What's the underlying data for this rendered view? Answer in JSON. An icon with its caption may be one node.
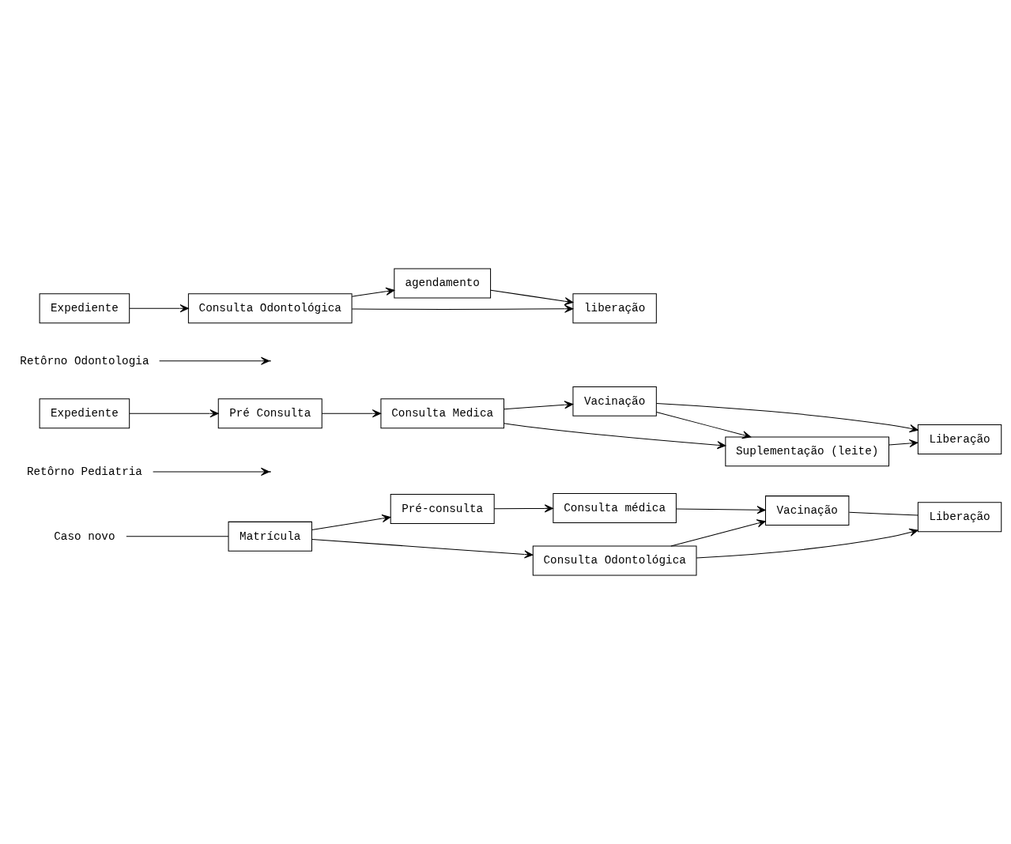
{
  "diagram": {
    "nodes": [
      {
        "text": [
          "Caso novo"
        ]
      },
      {
        "text": [
          "Matrícula"
        ]
      },
      {
        "text": [
          "Pré-consulta"
        ]
      },
      {
        "text": [
          "Consulta médica"
        ]
      },
      {
        "text": [
          "Consulta Odontológica"
        ]
      },
      {
        "text": [
          "Vacinação"
        ]
      },
      {
        "text": [
          "Liberação"
        ]
      },
      {
        "text": [
          "Retôrno Pediatria"
        ]
      },
      {
        "text": [
          "Expediente"
        ]
      },
      {
        "text": [
          "Pré Consulta"
        ]
      },
      {
        "text": [
          "Consulta Medica"
        ]
      },
      {
        "text": [
          "Vacinação"
        ]
      },
      {
        "text": [
          "Liberação"
        ]
      },
      {
        "text": [
          "Suplementação (leite)"
        ]
      },
      {
        "text": [
          "Retôrno Odontologia"
        ]
      },
      {
        "text": [
          "Expediente"
        ]
      },
      {
        "text": [
          "Consulta Odontológica"
        ]
      },
      {
        "text": [
          "agendamento"
        ]
      },
      {
        "text": [
          "liberação"
        ]
      }
    ],
    "edges": [
      {
        "from": 0,
        "to": 1,
        "arrow": "none"
      },
      {
        "from": 1,
        "to": 2,
        "arrow": "to"
      },
      {
        "from": 2,
        "to": 3,
        "arrow": "to"
      },
      {
        "from": 3,
        "to": 5,
        "arrow": "to"
      },
      {
        "from": 1,
        "to": 4,
        "arrow": "to"
      },
      {
        "from": 4,
        "to": 5,
        "arrow": "to"
      },
      {
        "from": 4,
        "to": 6,
        "arrow": "to"
      },
      {
        "from": 5,
        "to": 6,
        "arrow": "none"
      },
      {
        "from": 7,
        "to": null,
        "arrow": "to"
      },
      {
        "from": 8,
        "to": 9,
        "arrow": "to"
      },
      {
        "from": 9,
        "to": 10,
        "arrow": "to"
      },
      {
        "from": 10,
        "to": 11,
        "arrow": "to"
      },
      {
        "from": 10,
        "to": 13,
        "arrow": "to"
      },
      {
        "from": 11,
        "to": 13,
        "arrow": "to"
      },
      {
        "from": 11,
        "to": 12,
        "arrow": "to"
      },
      {
        "from": 13,
        "to": 12,
        "arrow": "to"
      },
      {
        "from": 14,
        "to": null,
        "arrow": "to"
      },
      {
        "from": 15,
        "to": 16,
        "arrow": "to"
      },
      {
        "from": 16,
        "to": 17,
        "arrow": "to"
      },
      {
        "from": 16,
        "to": 18,
        "arrow": "to"
      },
      {
        "from": 17,
        "to": 18,
        "arrow": "to"
      }
    ]
  }
}
